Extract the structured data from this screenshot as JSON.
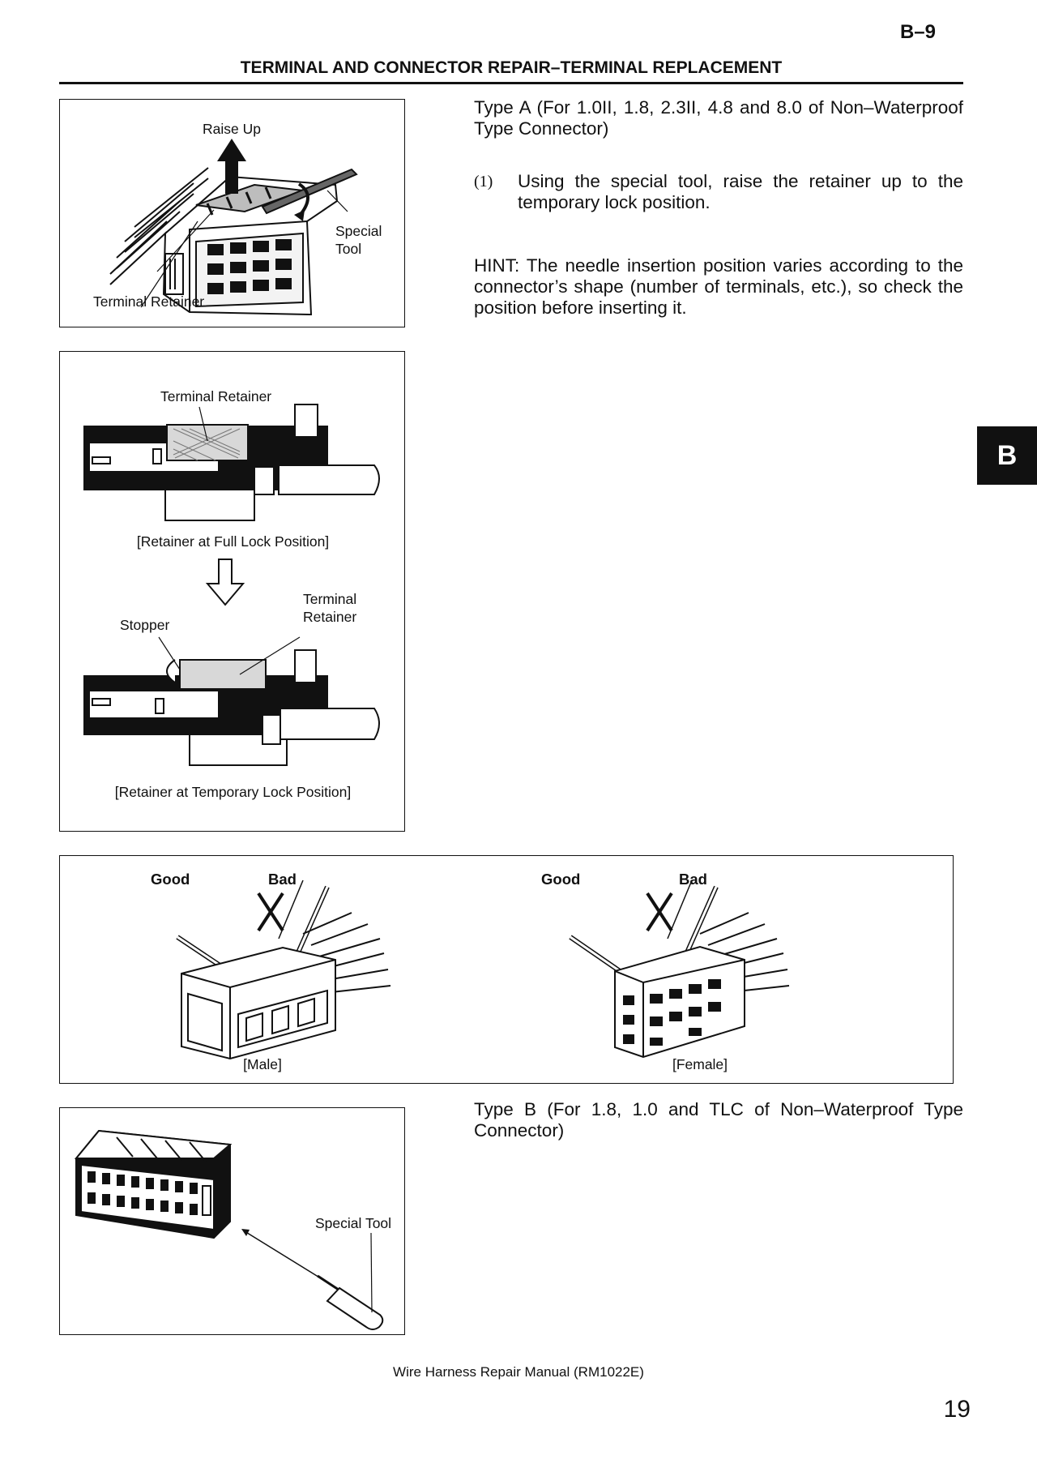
{
  "header": {
    "section_code": "B–9",
    "title": "TERMINAL AND CONNECTOR REPAIR–TERMINAL REPLACEMENT"
  },
  "figure1": {
    "label_raise_up": "Raise Up",
    "label_special_tool": "Special\nTool",
    "label_terminal_retainer": "Terminal Retainer"
  },
  "figure2": {
    "label_terminal_retainer_top": "Terminal Retainer",
    "caption_full_lock": "[Retainer at Full Lock Position]",
    "label_stopper": "Stopper",
    "label_terminal_retainer_bottom": "Terminal\nRetainer",
    "caption_temporary_lock": "[Retainer at Temporary Lock Position]"
  },
  "figure3": {
    "male_good": "Good",
    "male_bad": "Bad",
    "male_caption": "[Male]",
    "female_good": "Good",
    "female_bad": "Bad",
    "female_caption": "[Female]"
  },
  "figure4": {
    "label_special_tool": "Special Tool"
  },
  "text": {
    "type_a": "Type A (For 1.0II, 1.8, 2.3II, 4.8 and 8.0 of Non–Waterproof Type Connector)",
    "step_number": "(1)",
    "step_text": "Using the special tool, raise the retainer up to the temporary lock position.",
    "hint": "HINT:   The needle insertion position varies according to the connector’s shape (number of terminals, etc.), so check the position before inserting it.",
    "type_b": "Type B (For 1.8, 1.0 and TLC of Non–Waterproof Type Connector)"
  },
  "side_tab": "B",
  "footer": {
    "manual": "Wire Harness Repair Manual (RM1022E)",
    "page_number": "19"
  }
}
